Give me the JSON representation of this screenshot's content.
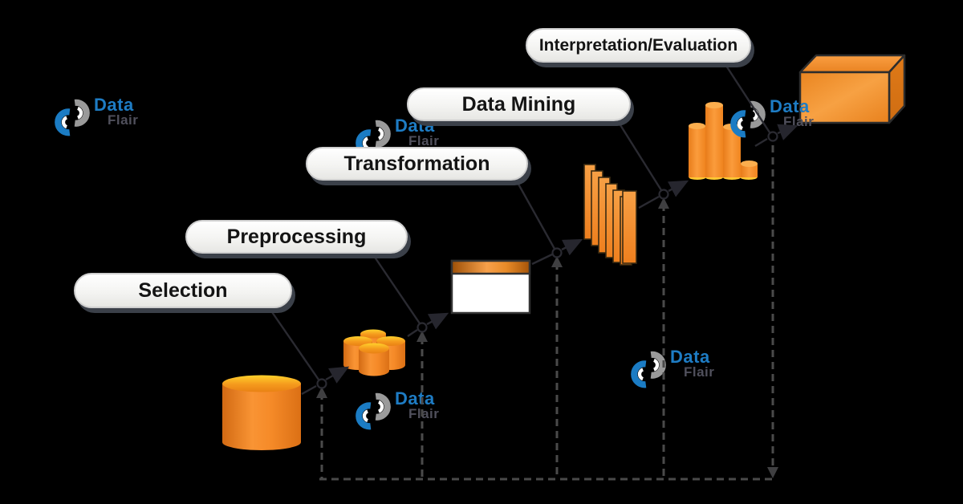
{
  "brand": {
    "name": "DataFlair",
    "data": "Data",
    "flair": "Flair"
  },
  "stages": [
    {
      "label": "Selection"
    },
    {
      "label": "Preprocessing"
    },
    {
      "label": "Transformation"
    },
    {
      "label": "Data Mining"
    },
    {
      "label": "Interpretation/Evaluation"
    }
  ],
  "artifacts": [
    {
      "icon": "database-cylinder-icon"
    },
    {
      "icon": "clustered-cylinders-icon"
    },
    {
      "icon": "data-table-icon"
    },
    {
      "icon": "sliced-stack-icon"
    },
    {
      "icon": "bar-chart-icon"
    },
    {
      "icon": "knowledge-cube-icon"
    }
  ],
  "colors": {
    "orange": "#f08a21",
    "orange_dark": "#d06f15",
    "orange_light": "#fca23f",
    "yellow": "#ffc41c",
    "pill_bg": "#f2f2f0",
    "pill_text": "#141414",
    "pill_shadow": "#3b4049",
    "solid_line": "#2a2a31",
    "dashed_line": "#4a4a4a",
    "brand_blue": "#1e7cc4",
    "brand_gray": "#9a9a9a",
    "background": "#000000"
  }
}
